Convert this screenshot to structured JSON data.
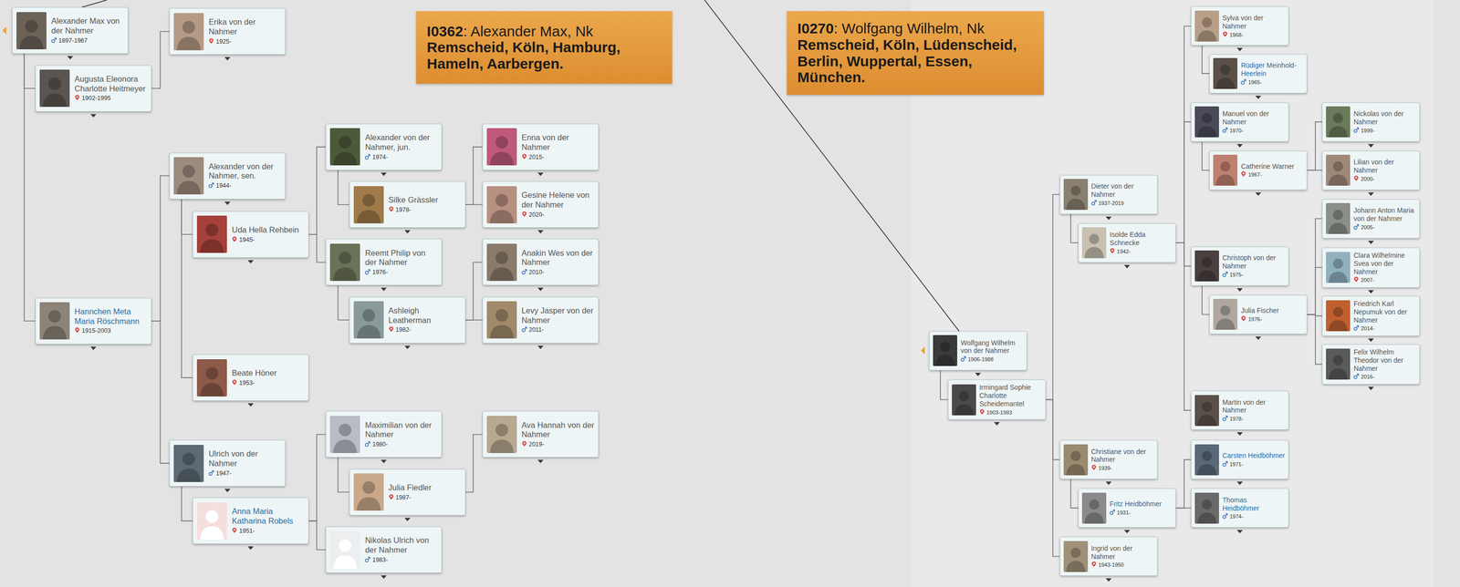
{
  "diagram": {
    "nodes": [
      {
        "text": [
          "I0362",
          ": Alexander Max, Nk",
          "Remscheid, Köln, Hamburg, Hameln, Aarbergen."
        ]
      },
      {
        "text": [
          "I0270",
          ": Wolfgang Wilhelm, Nk",
          "Remscheid, Köln, Lüdenscheid, Berlin, Wuppertal, Essen, München."
        ]
      },
      {
        "text": [
          "Alexander Max von der Nahmer",
          "1897-1967"
        ]
      },
      {
        "text": [
          "Augusta Eleonora Charlotte Heitmeyer",
          "1902-1995"
        ]
      },
      {
        "text": [
          "Erika von der Nahmer",
          "1925-"
        ]
      },
      {
        "text": [
          "Hannchen Meta Maria Röschmann",
          "1915-2003"
        ]
      },
      {
        "text": [
          "Alexander von der Nahmer, sen.",
          "1944-"
        ]
      },
      {
        "text": [
          "Uda Hella Rehbein",
          "1945-"
        ]
      },
      {
        "text": [
          "Beate Höner",
          "1953-"
        ]
      },
      {
        "text": [
          "Ulrich von der Nahmer",
          "1947-"
        ]
      },
      {
        "text": [
          "Anna Maria Katharina Robels",
          "1951-"
        ]
      },
      {
        "text": [
          "Alexander von der Nahmer, jun.",
          "1974-"
        ]
      },
      {
        "text": [
          "Silke Grässler",
          "1978-"
        ]
      },
      {
        "text": [
          "Reemt Philip von der Nahmer",
          "1976-"
        ]
      },
      {
        "text": [
          "Ashleigh Leatherman",
          "1982-"
        ]
      },
      {
        "text": [
          "Maximilian von der Nahmer",
          "1980-"
        ]
      },
      {
        "text": [
          "Julia Fiedler",
          "1987-"
        ]
      },
      {
        "text": [
          "Nikolas Ulrich von der Nahmer",
          "1983-"
        ]
      },
      {
        "text": [
          "Enna von der Nahmer",
          "2015-"
        ]
      },
      {
        "text": [
          "Gesine Helene von der Nahmer",
          "2020-"
        ]
      },
      {
        "text": [
          "Anakin Wes von der Nahmer",
          "2010-"
        ]
      },
      {
        "text": [
          "Levy Jasper von der Nahmer",
          "2011-"
        ]
      },
      {
        "text": [
          "Ava Hannah von der Nahmer",
          "2019-"
        ]
      },
      {
        "text": [
          "Wolfgang Wilhelm von der Nahmer",
          "1906-1988"
        ]
      },
      {
        "text": [
          "Irmingard Sophie Charlotte Scheidemantel",
          "1903-1993"
        ]
      },
      {
        "text": [
          "Dieter von der Nahmer",
          "1937-2019"
        ]
      },
      {
        "text": [
          "Isolde Edda Schnecke",
          "1942-"
        ]
      },
      {
        "text": [
          "Christiane von der Nahmer",
          "1939-"
        ]
      },
      {
        "text": [
          "Fritz Heidböhmer",
          "1931-"
        ]
      },
      {
        "text": [
          "Ingrid von der Nahmer",
          "1943-1950"
        ]
      },
      {
        "text": [
          "Sylva von der Nahmer",
          "1968-"
        ]
      },
      {
        "text": [
          "Rüdiger Meinhold-Heerlein",
          "1965-"
        ]
      },
      {
        "text": [
          "Manuel von der Nahmer",
          "1970-"
        ]
      },
      {
        "text": [
          "Catherine Warner",
          "1967-"
        ]
      },
      {
        "text": [
          "Christoph von der Nahmer",
          "1975-"
        ]
      },
      {
        "text": [
          "Julia Fischer",
          "1976-"
        ]
      },
      {
        "text": [
          "Martin von der Nahmer",
          "1978-"
        ]
      },
      {
        "text": [
          "Carsten Heidböhmer",
          "1971-"
        ]
      },
      {
        "text": [
          "Thomas Heidböhmer",
          "1974-"
        ]
      },
      {
        "text": [
          "Nickolas von der Nahmer",
          "1999-"
        ]
      },
      {
        "text": [
          "Lilian von der Nahmer",
          "2000-"
        ]
      },
      {
        "text": [
          "Johann Anton Maria von der Nahmer",
          "2005-"
        ]
      },
      {
        "text": [
          "Clara Wilhelmine Svea von der Nahmer",
          "2007-"
        ]
      },
      {
        "text": [
          "Friedrich Karl Nepumuk von der Nahmer",
          "2014-"
        ]
      },
      {
        "text": [
          "Felix Wilhelm Theodor von der Nahmer",
          "2016-"
        ]
      }
    ],
    "edges": [
      {
        "from": 2,
        "to": 3,
        "arrow": "none"
      },
      {
        "from": 2,
        "to": 5,
        "arrow": "none"
      },
      {
        "from": 3,
        "to": 4,
        "arrow": "none"
      },
      {
        "from": 5,
        "to": 6,
        "arrow": "none"
      },
      {
        "from": 5,
        "to": 9,
        "arrow": "none"
      },
      {
        "from": 6,
        "to": 7,
        "arrow": "none"
      },
      {
        "from": 6,
        "to": 8,
        "arrow": "none"
      },
      {
        "from": 7,
        "to": 11,
        "arrow": "none"
      },
      {
        "from": 7,
        "to": 13,
        "arrow": "none"
      },
      {
        "from": 11,
        "to": 12,
        "arrow": "none"
      },
      {
        "from": 12,
        "to": 18,
        "arrow": "none"
      },
      {
        "from": 12,
        "to": 19,
        "arrow": "none"
      },
      {
        "from": 13,
        "to": 14,
        "arrow": "none"
      },
      {
        "from": 14,
        "to": 20,
        "arrow": "none"
      },
      {
        "from": 14,
        "to": 21,
        "arrow": "none"
      },
      {
        "from": 9,
        "to": 10,
        "arrow": "none"
      },
      {
        "from": 10,
        "to": 15,
        "arrow": "none"
      },
      {
        "from": 10,
        "to": 17,
        "arrow": "none"
      },
      {
        "from": 15,
        "to": 16,
        "arrow": "none"
      },
      {
        "from": 16,
        "to": 22,
        "arrow": "none"
      },
      {
        "from": 23,
        "to": 24,
        "arrow": "none"
      },
      {
        "from": 24,
        "to": 25,
        "arrow": "none"
      },
      {
        "from": 24,
        "to": 27,
        "arrow": "none"
      },
      {
        "from": 24,
        "to": 29,
        "arrow": "none"
      },
      {
        "from": 25,
        "to": 26,
        "arrow": "none"
      },
      {
        "from": 26,
        "to": 30,
        "arrow": "none"
      },
      {
        "from": 26,
        "to": 32,
        "arrow": "none"
      },
      {
        "from": 26,
        "to": 34,
        "arrow": "none"
      },
      {
        "from": 26,
        "to": 36,
        "arrow": "none"
      },
      {
        "from": 30,
        "to": 31,
        "arrow": "none"
      },
      {
        "from": 32,
        "to": 33,
        "arrow": "none"
      },
      {
        "from": 33,
        "to": 39,
        "arrow": "none"
      },
      {
        "from": 33,
        "to": 40,
        "arrow": "none"
      },
      {
        "from": 34,
        "to": 35,
        "arrow": "none"
      },
      {
        "from": 35,
        "to": 41,
        "arrow": "none"
      },
      {
        "from": 35,
        "to": 42,
        "arrow": "none"
      },
      {
        "from": 35,
        "to": 43,
        "arrow": "none"
      },
      {
        "from": 35,
        "to": 44,
        "arrow": "none"
      },
      {
        "from": 27,
        "to": 28,
        "arrow": "none"
      },
      {
        "from": 28,
        "to": 37,
        "arrow": "none"
      },
      {
        "from": 28,
        "to": 38,
        "arrow": "none"
      }
    ]
  }
}
